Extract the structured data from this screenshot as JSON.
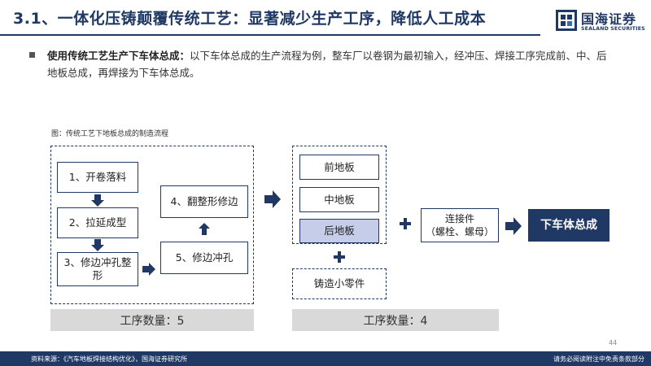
{
  "header": {
    "title": "3.1、一体化压铸颠覆传统工艺：显著减少生产工序，降低人工成本"
  },
  "logo": {
    "cn": "国海证券",
    "en": "SEALAND SECURITIES",
    "icon": "sealand-logo-icon"
  },
  "bullet": {
    "bold": "使用传统工艺生产下车体总成：",
    "text": "以下车体总成的生产流程为例，整车厂以卷钢为最初输入，经冲压、焊接工序完成前、中、后地板总成，再焊接为下车体总成。"
  },
  "figure": {
    "caption": "图：传统工艺下地板总成的制造流程",
    "left_steps": {
      "step1": "1、开卷落料",
      "step2": "2、拉延成型",
      "step3": "3、修边冲孔整形",
      "step4": "4、翻整形修边",
      "step5": "5、修边冲孔"
    },
    "left_count": "工序数量：5",
    "middle_items": {
      "front": "前地板",
      "middle": "中地板",
      "rear": "后地板",
      "small_parts": "铸造小零件"
    },
    "middle_count": "工序数量：4",
    "connector": "连接件\n（螺栓、螺母）",
    "result": "下车体总成",
    "colors": {
      "navy": "#1f3864",
      "highlight": "#c5cde8",
      "count_bg": "#d9d9d9"
    }
  },
  "page": {
    "number": "44"
  },
  "footer": {
    "source": "资料来源：《汽车地板焊接结构优化》，国海证券研究所",
    "disclaimer": "请务必阅读附注中免责条款部分"
  }
}
